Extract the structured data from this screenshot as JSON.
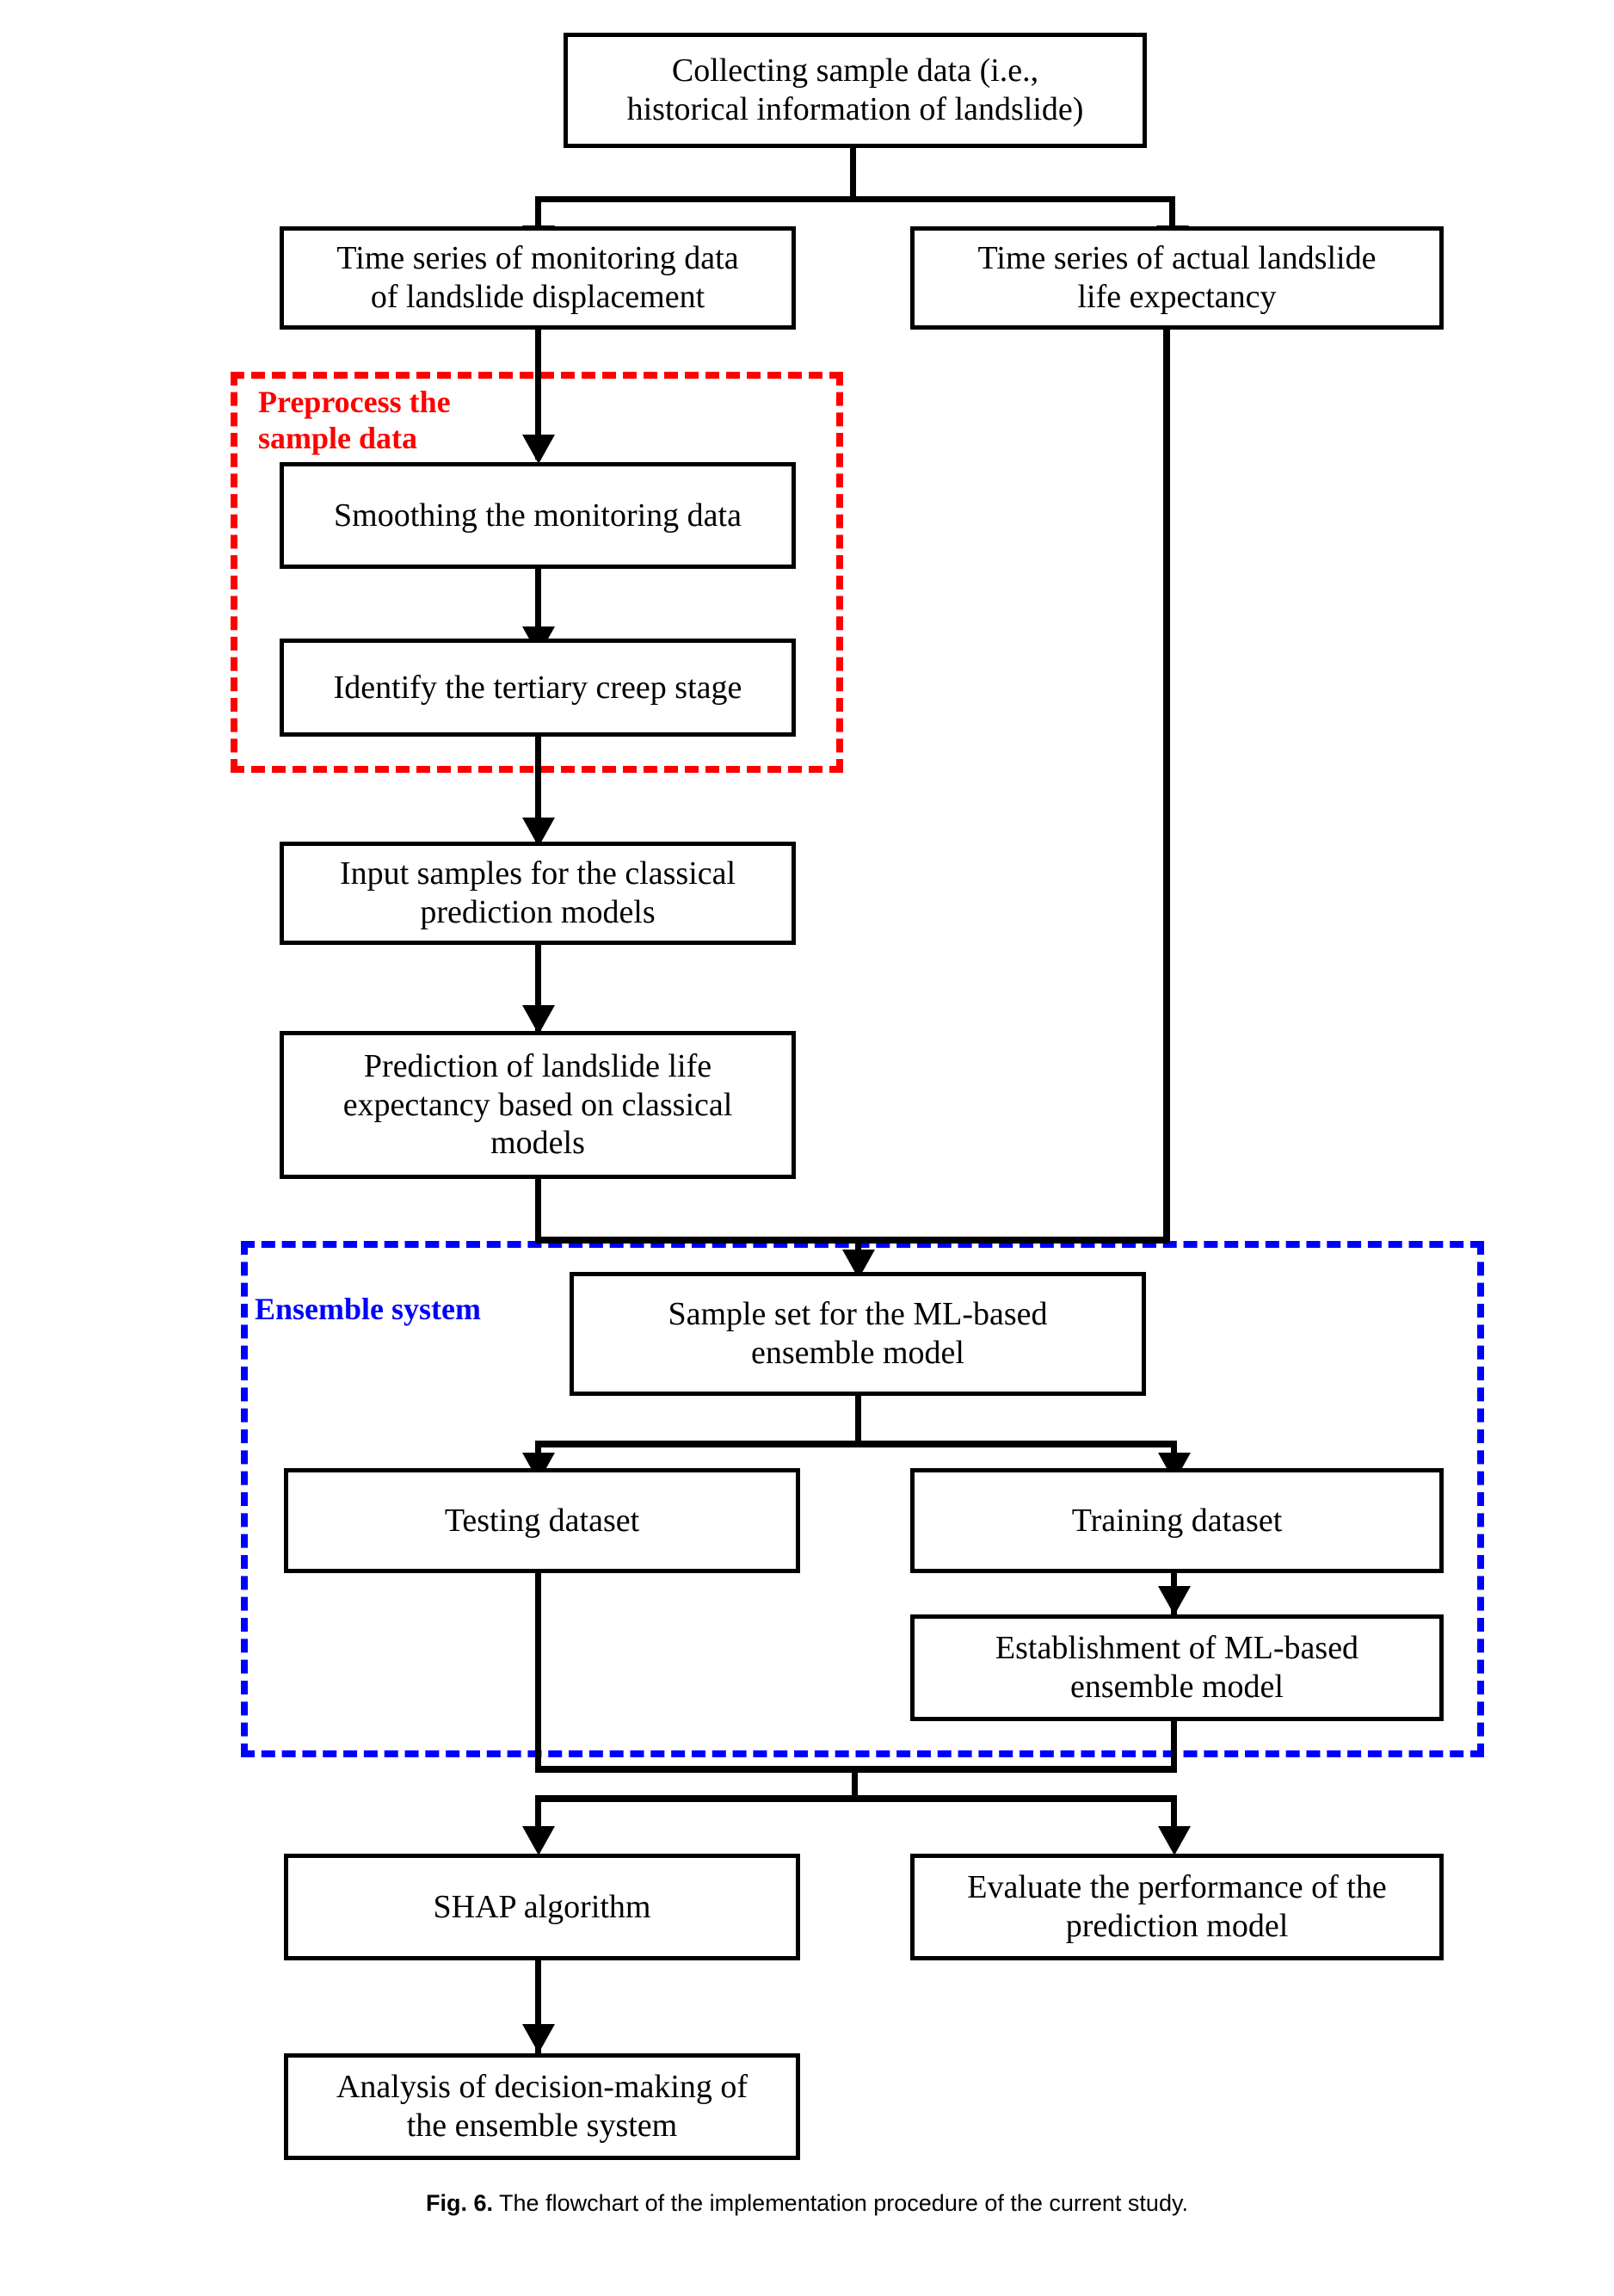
{
  "figure": {
    "caption_label": "Fig. 6.",
    "caption_text": "The flowchart of the implementation procedure of the current study."
  },
  "colors": {
    "preprocess_group": "#ff0000",
    "ensemble_group": "#0000ff",
    "node_border": "#000000",
    "background": "#ffffff"
  },
  "groups": {
    "preprocess": {
      "label": "Preprocess the\nsample data"
    },
    "ensemble": {
      "label": "Ensemble system"
    }
  },
  "nodes": {
    "collect": "Collecting sample data (i.e.,\nhistorical information of landslide)",
    "monitoring_series": "Time series of monitoring data\nof landslide displacement",
    "actual_series": "Time series of actual landslide\nlife expectancy",
    "smoothing": "Smoothing the monitoring data",
    "tertiary_creep": "Identify the tertiary creep stage",
    "input_samples": "Input samples for the classical\nprediction models",
    "classical_prediction": "Prediction of landslide life\nexpectancy based on classical\nmodels",
    "sample_set": "Sample set for the ML-based\nensemble model",
    "testing_dataset": "Testing dataset",
    "training_dataset": "Training dataset",
    "establishment": "Establishment of ML-based\nensemble model",
    "shap": "SHAP algorithm",
    "evaluate": "Evaluate the performance of the\nprediction model",
    "analysis": "Analysis of decision-making of\nthe ensemble system"
  }
}
